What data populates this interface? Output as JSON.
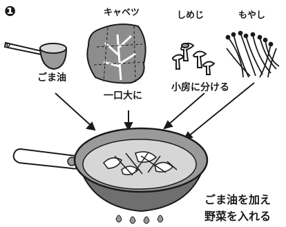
{
  "step": {
    "number": "❶"
  },
  "labels": {
    "cabbage": "キャベツ",
    "shimeji": "しめじ",
    "moyashi": "もやし",
    "sesame_oil": "ごま油",
    "cut_cabbage": "一口大に",
    "separate_shimeji": "小房に分ける",
    "instruction_line1": "ごま油を加え",
    "instruction_line2": "野菜を入れる"
  },
  "colors": {
    "pan_body": "#9a9a9a",
    "pan_dark": "#6f6f6f",
    "pan_light": "#c9c9c9",
    "ink": "#1a1a1a"
  }
}
